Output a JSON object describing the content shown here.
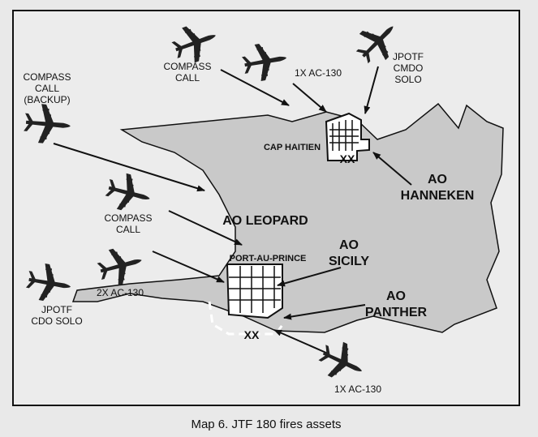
{
  "map": {
    "caption": "Map 6. JTF 180 fires assets",
    "cities": {
      "cap_haitien": "CAP HAITIEN",
      "port_au_prince": "PORT-AU-PRINCE"
    },
    "areas": {
      "leopard": [
        "AO LEOPARD"
      ],
      "hanneken": [
        "AO",
        "HANNEKEN"
      ],
      "sicily": [
        "AO",
        "SICILY"
      ],
      "panther": [
        "AO",
        "PANTHER"
      ]
    },
    "boundary_symbol": "XX",
    "assets": {
      "compass_call_north": [
        "COMPASS",
        "CALL"
      ],
      "ac130_north": [
        "1X AC-130"
      ],
      "jpotf_cmdo_solo": [
        "JPOTF",
        "CMDO",
        "SOLO"
      ],
      "compass_call_backup": [
        "COMPASS",
        "CALL",
        "(BACKUP)"
      ],
      "compass_call_west": [
        "COMPASS",
        "CALL"
      ],
      "ac130_west": [
        "2X AC-130"
      ],
      "jpotf_cdo_solo": [
        "JPOTF",
        "CDO SOLO"
      ],
      "ac130_south": [
        "1X AC-130"
      ]
    },
    "colors": {
      "background": "#e9e9e9",
      "land": "#c9c9c9",
      "ink": "#111111",
      "box": "#ffffff"
    }
  }
}
